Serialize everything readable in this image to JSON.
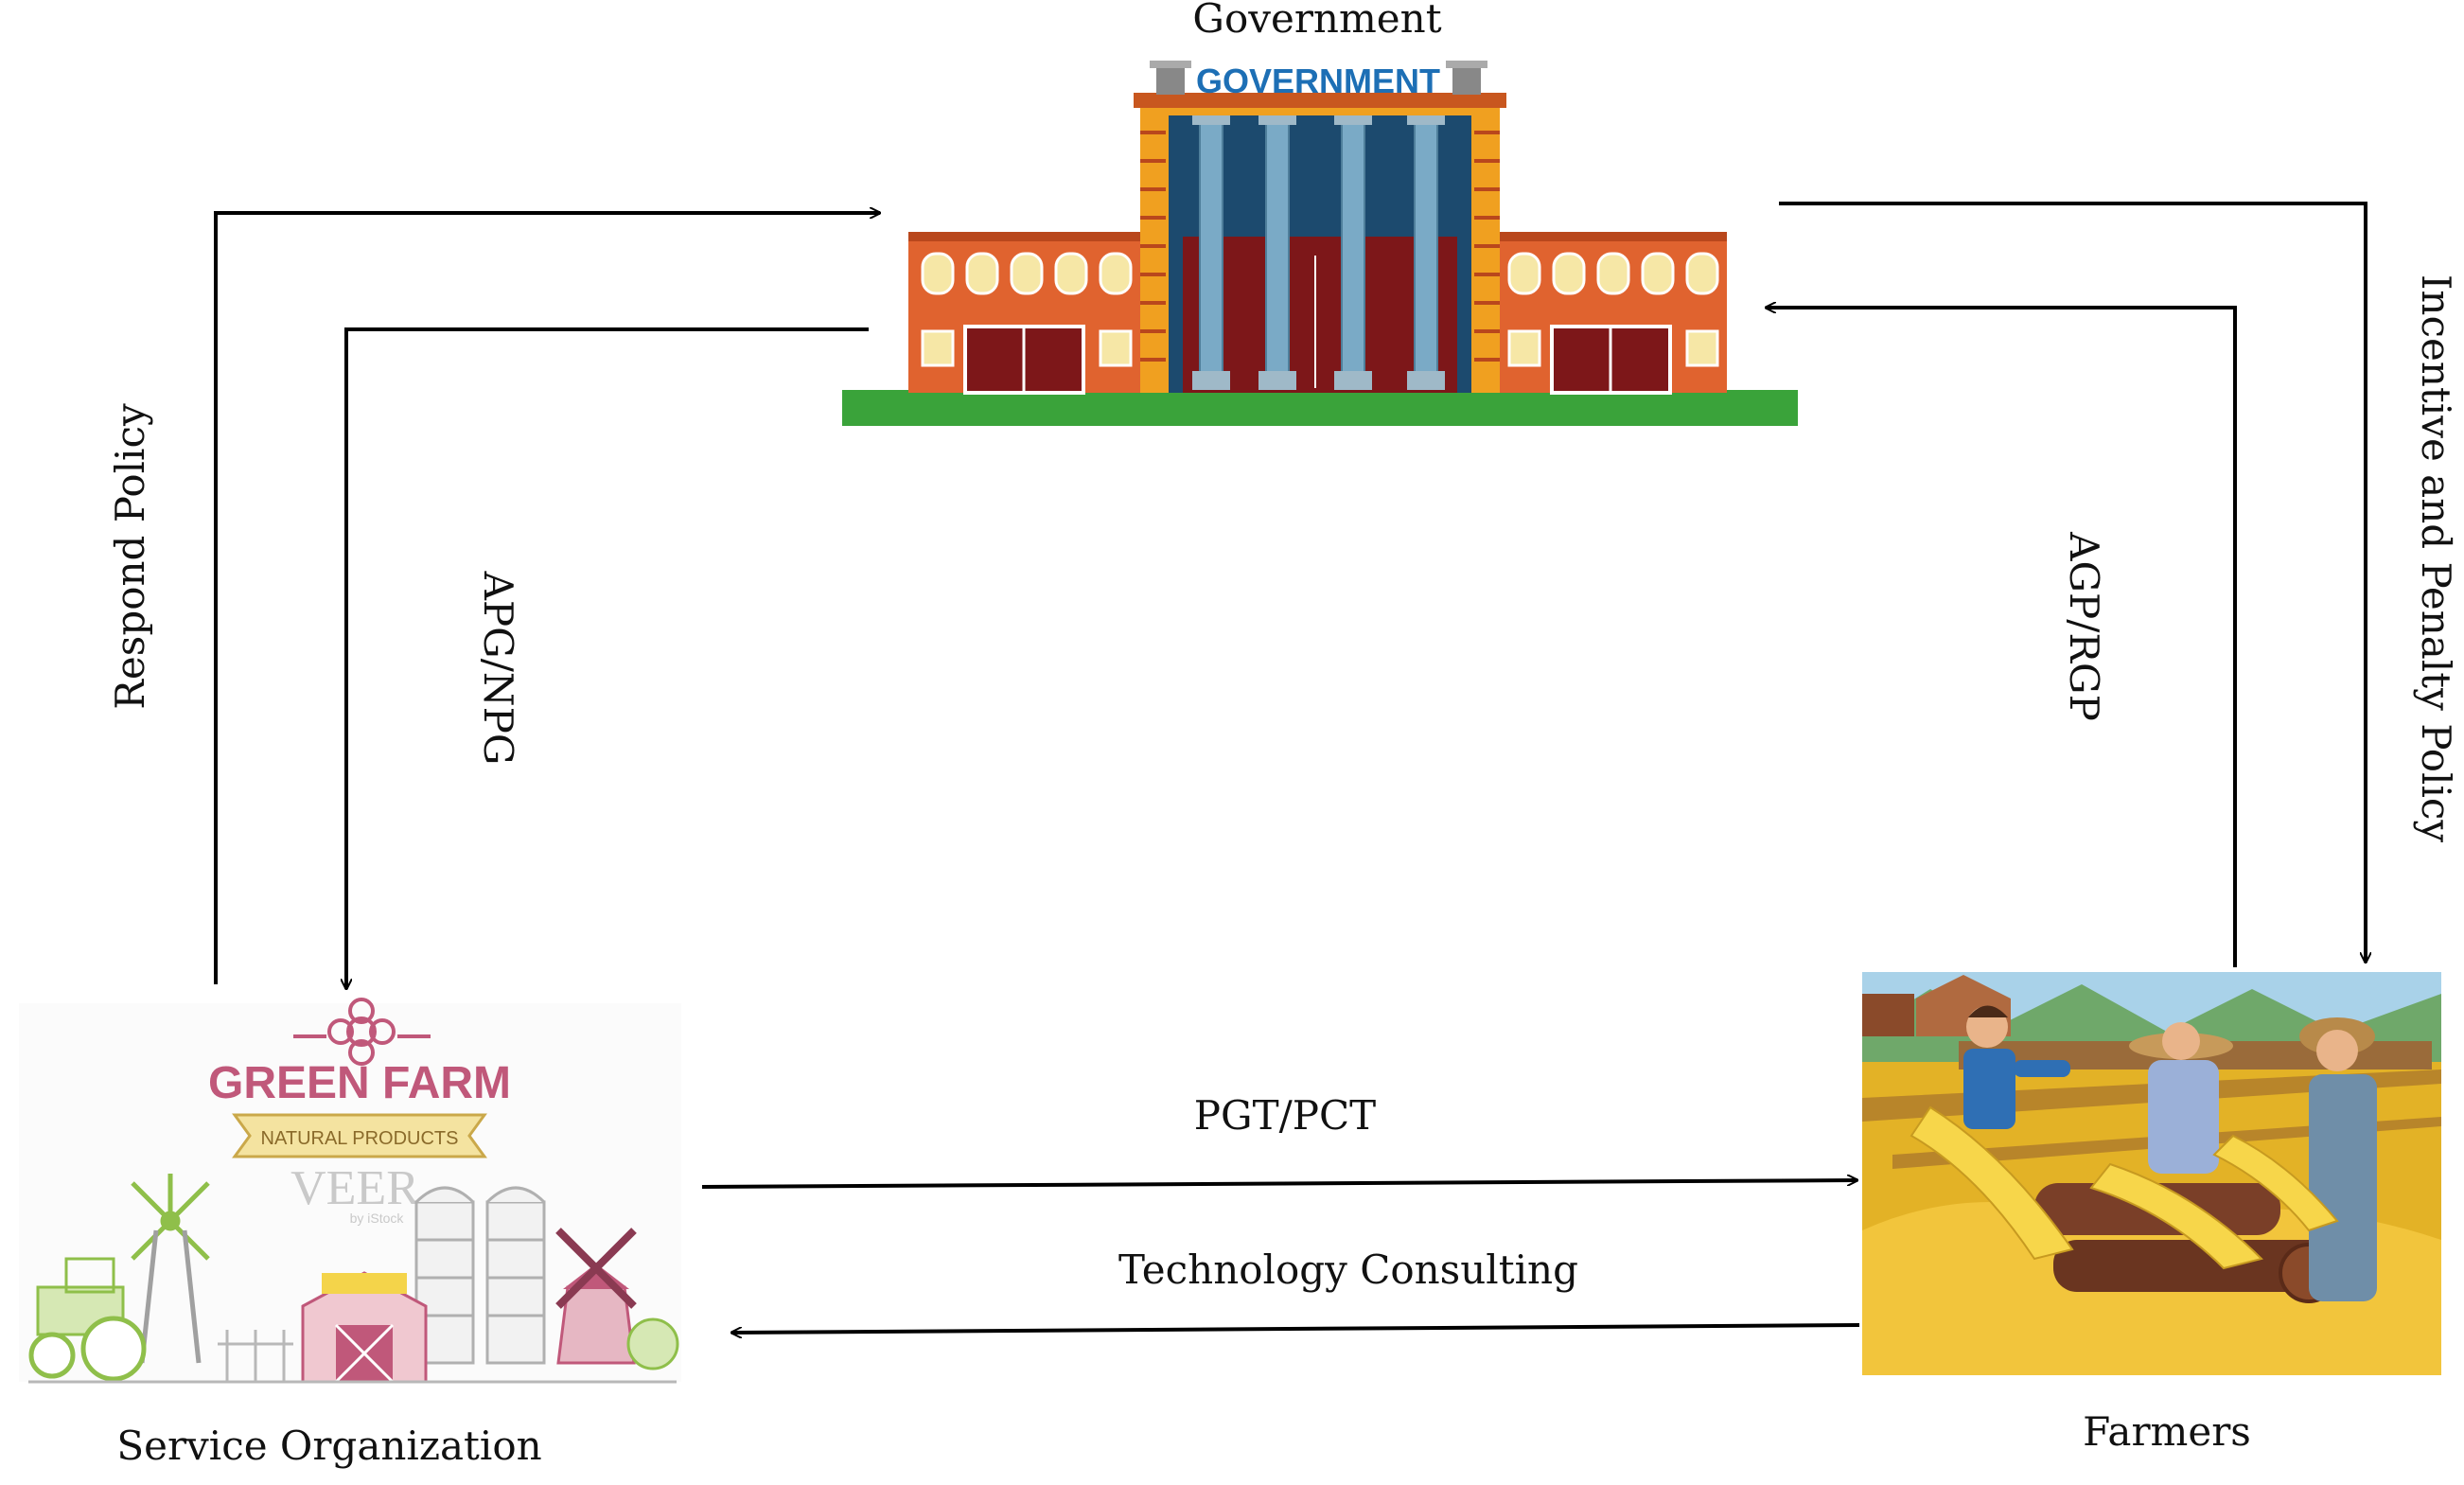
{
  "nodes": {
    "government": {
      "label": "Government",
      "sign": "GOVERNMENT"
    },
    "service_org": {
      "label": "Service Organization",
      "logo_title": "GREEN FARM",
      "logo_ribbon": "NATURAL PRODUCTS",
      "watermark": "VEER",
      "watermark_sub": "by iStock"
    },
    "farmers": {
      "label": "Farmers"
    }
  },
  "edges": {
    "respond_policy": "Respond Policy",
    "apg_npg": "APG/NPG",
    "agp_rgp": "AGP/RGP",
    "incentive_penalty": "Incentive and Penalty Policy",
    "pgt_pct": "PGT/PCT",
    "tech_consulting": "Technology Consulting"
  },
  "colors": {
    "brick": "#e0632f",
    "brick_dark": "#b9471c",
    "navy": "#1c4a6e",
    "pillar": "#7aaac6",
    "door": "#7d1719",
    "grass": "#3aa33a",
    "orange_trim": "#f0a020",
    "wheat": "#e3b226",
    "sky": "#a9d2e9",
    "logo_pink": "#c0587a",
    "logo_green": "#8fbf4a"
  }
}
